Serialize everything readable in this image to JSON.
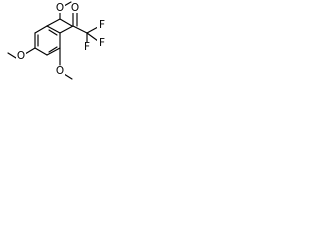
{
  "structure": {
    "atoms": {
      "o_top": "O",
      "o_ketone": "O",
      "o_left": "O",
      "o_bottom": "O",
      "f_top": "F",
      "f_bottom": "F",
      "f_right": "F"
    }
  },
  "colors": {
    "bond": "#000000",
    "label": "#000000",
    "background": "#ffffff"
  }
}
